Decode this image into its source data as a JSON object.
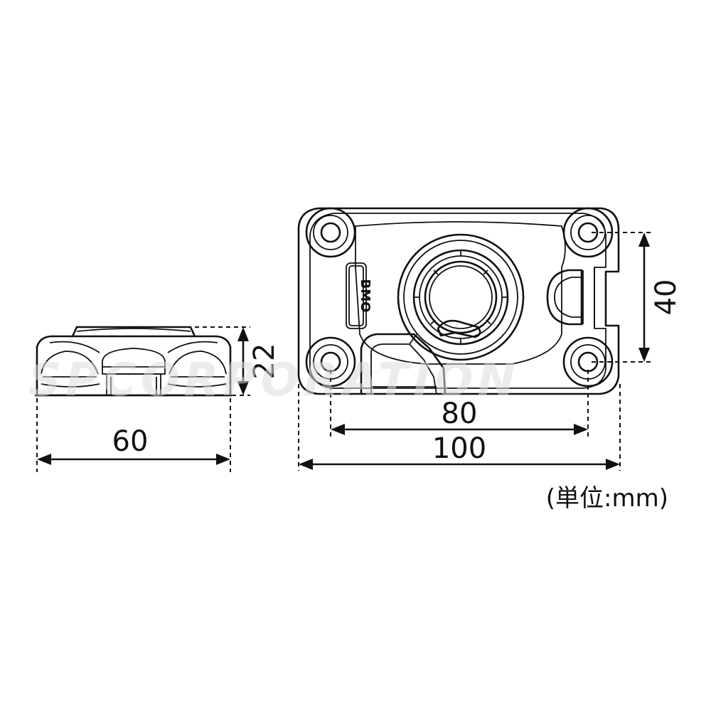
{
  "dimensions": {
    "side_width": "60",
    "side_height": "22",
    "top_hole_spacing_x": "80",
    "top_width": "100",
    "top_hole_spacing_y": "40"
  },
  "unit_label": "(単位:mm)",
  "logo_text": "BMO",
  "watermark_text": "SPCORPORATION"
}
